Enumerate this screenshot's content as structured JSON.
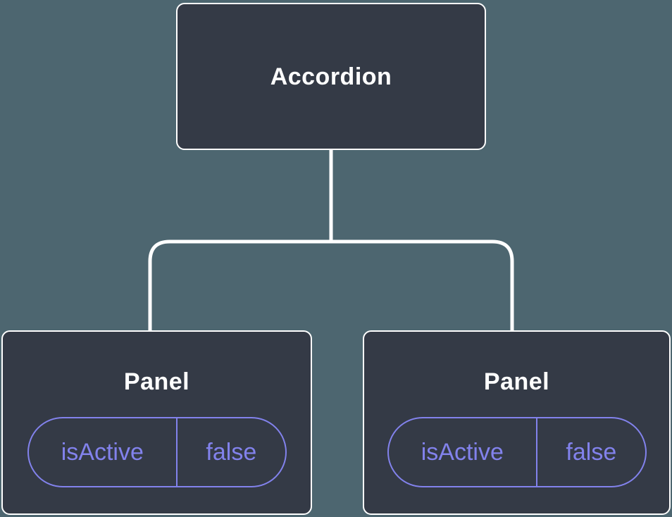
{
  "diagram": {
    "root": {
      "label": "Accordion"
    },
    "panels": [
      {
        "title": "Panel",
        "state": {
          "name": "isActive",
          "value": "false"
        }
      },
      {
        "title": "Panel",
        "state": {
          "name": "isActive",
          "value": "false"
        }
      }
    ],
    "colors": {
      "background": "#4d6670",
      "node_fill": "#343a46",
      "node_border": "#ffffff",
      "connector": "#ffffff",
      "state_accent": "#8282ec"
    }
  }
}
